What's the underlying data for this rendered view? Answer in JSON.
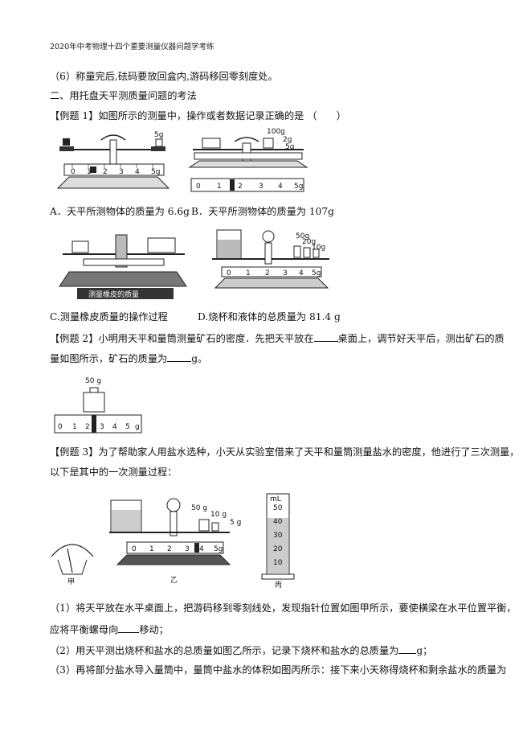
{
  "header": "2020年中考物理十四个重要测量仪器问题学考练",
  "lines": {
    "l1": "（6）称量完后,砝码要放回盒内,游码移回零刻度处。",
    "l2": "二、用托盘天平测质量问题的考法",
    "ex1_q": "【例题 1】如图所示的测量中，操作或者数据记录正确的是 （　　）",
    "optA": "A．天平所测物体的质量为 6.6g",
    "optB": "B．天平所测物体的质量为 107g",
    "optC": "C.测量橡皮质量的操作过程",
    "optD": "D.烧杯和液体的总质量为 81.4 g",
    "ex2_a": "【例题 2】小明用天平和量筒测量矿石的密度．先把天平放在",
    "ex2_b": "桌面上，调节好天平后，测出矿石的质",
    "ex2_c": "量如图所示，矿石的质量为",
    "ex2_d": "g。",
    "ex3_a": "【例题 3】为了帮助家人用盐水选种，小天从实验室借来了天平和量筒测量盐水的密度，他进行了三次测量，",
    "ex3_b": "以下是其中的一次测量过程：",
    "s1_a": "（1）将天平放在水平桌面上，把游码移到零刻线处，发现指针位置如图甲所示，要使横梁在水平位置平衡，",
    "s1_b": "应将平衡螺母向",
    "s1_c": "移动；",
    "s2_a": "（2）用天平测出烧杯和盐水的总质量如图乙所示，记录下烧杯和盐水的总质量为",
    "s2_b": "g；",
    "s3_a": "（3）再将部分盐水导入量筒中，量筒中盐水的体积如图丙所示：接下来小天称得烧杯和剩余盐水的质量为"
  },
  "figure_labels": {
    "w100": "100g",
    "w5a": "5g",
    "w2": "2g",
    "w5b": "5g",
    "w50a": "50g",
    "w20": "20g",
    "w10a": "10g",
    "cap_c": "测量橡皮的质量",
    "w50b": "50 g",
    "w50c": "50 g",
    "w10b": "10 g",
    "w5c": "5 g",
    "ml": "mL",
    "cyl": [
      "50",
      "40",
      "30",
      "20",
      "10"
    ],
    "jia": "甲",
    "yi": "乙",
    "bing": "丙"
  },
  "scales": {
    "s05": [
      "0",
      "1",
      "2",
      "3",
      "4",
      "5",
      "g"
    ]
  }
}
